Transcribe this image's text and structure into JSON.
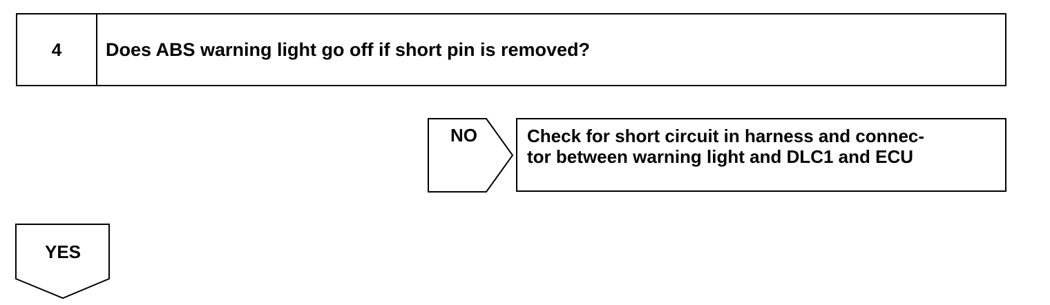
{
  "step": {
    "number": "4",
    "question": "Does ABS warning light go off if short pin is removed?"
  },
  "no_branch": {
    "label": "NO",
    "result_lines": [
      "Check for short circuit in harness and connec-",
      "tor between warning light and DLC1 and ECU"
    ]
  },
  "yes_branch": {
    "label": "YES"
  }
}
